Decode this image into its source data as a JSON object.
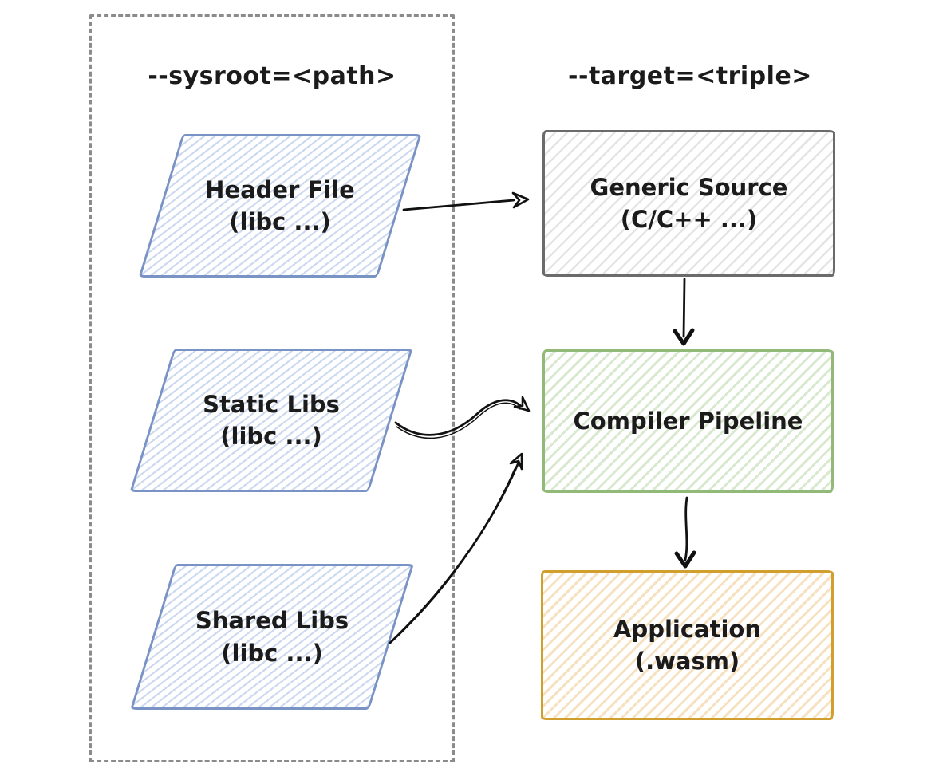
{
  "labels": {
    "sysroot": "--sysroot=<path>",
    "target": "--target=<triple>"
  },
  "nodes": {
    "header_file": {
      "title": "Header File",
      "subtitle": "(libc ...)"
    },
    "static_libs": {
      "title": "Static Libs",
      "subtitle": "(libc ...)"
    },
    "shared_libs": {
      "title": "Shared Libs",
      "subtitle": "(libc ...)"
    },
    "generic_source": {
      "title": "Generic Source",
      "subtitle": "(C/C++ ...)"
    },
    "compiler_pipeline": {
      "title": "Compiler Pipeline"
    },
    "application": {
      "title": "Application",
      "subtitle": "(.wasm)"
    }
  },
  "edges": [
    {
      "from": "header_file",
      "to": "generic_source",
      "head": "open"
    },
    {
      "from": "generic_source",
      "to": "compiler_pipeline",
      "head": "v"
    },
    {
      "from": "static_libs",
      "to": "compiler_pipeline",
      "head": "open"
    },
    {
      "from": "shared_libs",
      "to": "compiler_pipeline",
      "head": "open"
    },
    {
      "from": "compiler_pipeline",
      "to": "application",
      "head": "v"
    }
  ],
  "colors": {
    "blue_border": "#7a93c5",
    "blue_hatch": "#ccd9ef",
    "gray_border": "#6b6b6b",
    "gray_hatch": "#e4e4e4",
    "green_border": "#91ba78",
    "green_hatch": "#d9e9d0",
    "orange_border": "#d19f2e",
    "orange_hatch": "#f6e2c0",
    "dashed_border": "#8b8b8b",
    "arrow_color": "#111111"
  }
}
